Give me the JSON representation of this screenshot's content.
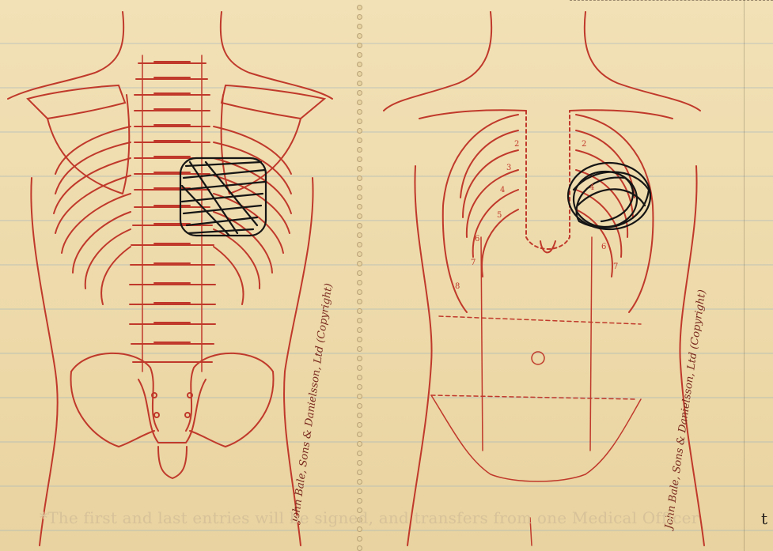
{
  "figures": {
    "back": {
      "copyright": "John Bale, Sons & Danielsson, Ltd (Copyright)"
    },
    "front": {
      "copyright": "John Bale, Sons & Danielsson, Ltd (Copyright)",
      "rib_numbers": [
        "2",
        "3",
        "4",
        "5",
        "6",
        "7",
        "8",
        "2",
        "4",
        "6",
        "7"
      ]
    }
  },
  "footnote": {
    "text": "*The first and last entries will be signed, and transfers from one Medical Officer",
    "tail": "t"
  },
  "colors": {
    "ink_red": "#c0392b",
    "scribble": "#151515",
    "paper": "#efdcae"
  }
}
